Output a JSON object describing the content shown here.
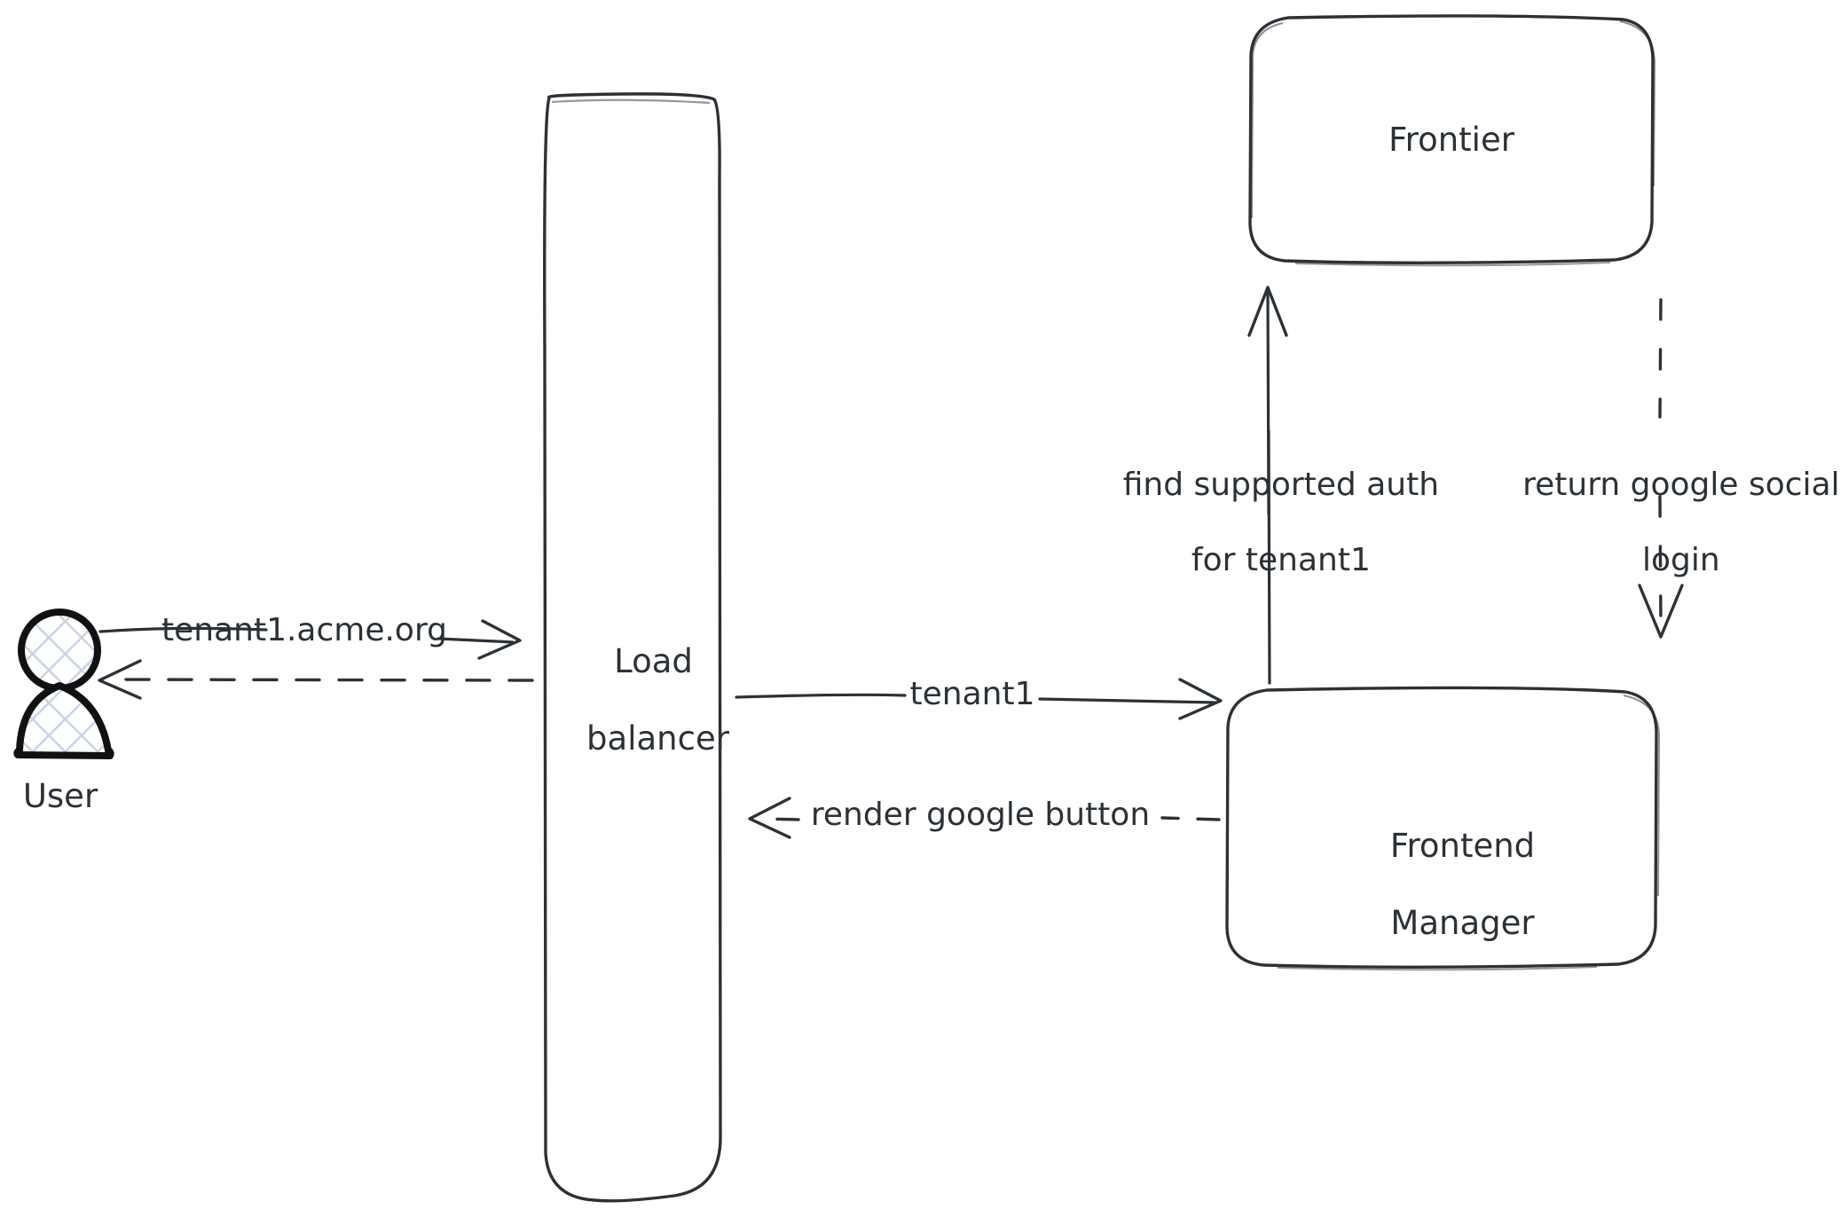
{
  "diagram": {
    "title": "Tenant authentication flow",
    "style": "hand-drawn",
    "background": "#ffffff",
    "stroke_color": "#2b3137",
    "actor_fill_pattern": "#c9d4e3",
    "nodes": [
      {
        "id": "user",
        "label": "User",
        "shape": "actor"
      },
      {
        "id": "load-balancer",
        "label": "Load\nbalancer",
        "shape": "rounded-rect-tall"
      },
      {
        "id": "frontier",
        "label": "Frontier",
        "shape": "rounded-rect"
      },
      {
        "id": "frontend-manager",
        "label": "Frontend\nManager",
        "shape": "rounded-rect"
      }
    ],
    "edges": [
      {
        "id": "user-to-lb",
        "label": "tenant1.acme.org",
        "from": "user",
        "to": "load-balancer",
        "style": "solid",
        "direction": "right"
      },
      {
        "id": "lb-to-user",
        "label": "",
        "from": "load-balancer",
        "to": "user",
        "style": "dashed",
        "direction": "left"
      },
      {
        "id": "lb-to-fm",
        "label": "tenant1",
        "from": "load-balancer",
        "to": "frontend-manager",
        "style": "solid",
        "direction": "right"
      },
      {
        "id": "fm-to-lb",
        "label": "render google button",
        "from": "frontend-manager",
        "to": "load-balancer",
        "style": "dashed",
        "direction": "left"
      },
      {
        "id": "fm-to-frontier",
        "label": "find supported auth\nfor tenant1",
        "from": "frontend-manager",
        "to": "frontier",
        "style": "solid",
        "direction": "up"
      },
      {
        "id": "frontier-to-fm",
        "label": "return google social\nlogin",
        "from": "frontier",
        "to": "frontend-manager",
        "style": "dashed",
        "direction": "down"
      }
    ]
  },
  "labels": {
    "user": "User",
    "load_balancer_line1": "Load",
    "load_balancer_line2": "balancer",
    "frontier": "Frontier",
    "frontend_manager_line1": "Frontend",
    "frontend_manager_line2": "Manager",
    "edge_tenant_domain": "tenant1.acme.org",
    "edge_tenant1": "tenant1",
    "edge_render_google_button": "render google button",
    "edge_find_auth_line1": "find supported auth",
    "edge_find_auth_line2": "for tenant1",
    "edge_return_login_line1": "return google social",
    "edge_return_login_line2": "login"
  }
}
